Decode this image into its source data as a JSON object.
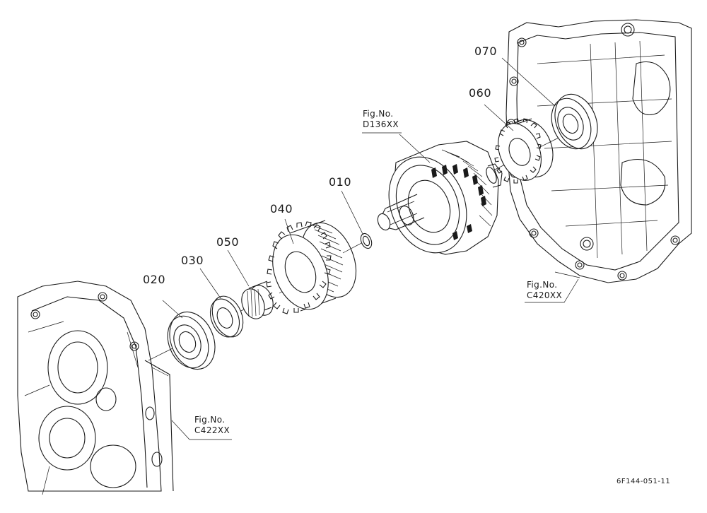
{
  "parts": [
    {
      "id": "p010",
      "label": "010"
    },
    {
      "id": "p020",
      "label": "020"
    },
    {
      "id": "p030",
      "label": "030"
    },
    {
      "id": "p040",
      "label": "040"
    },
    {
      "id": "p050",
      "label": "050"
    },
    {
      "id": "p060",
      "label": "060"
    },
    {
      "id": "p070",
      "label": "070"
    }
  ],
  "figure_refs": [
    {
      "line1": "Fig.No.",
      "line2": "D136XX"
    },
    {
      "line1": "Fig.No.",
      "line2": "C420XX"
    },
    {
      "line1": "Fig.No.",
      "line2": "C422XX"
    }
  ],
  "drawing_code": "6F144-051-11",
  "colors": {
    "ink": "#1a1a1a",
    "background": "#ffffff"
  }
}
